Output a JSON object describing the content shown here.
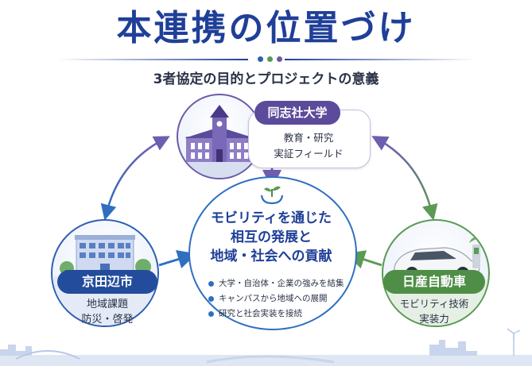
{
  "header": {
    "title": "本連携の位置づけ",
    "subtitle": "3者協定の目的とプロジェクトの意義",
    "dot_colors": [
      "#2f5fb3",
      "#5b9a55",
      "#6b5aa8"
    ]
  },
  "nodes": {
    "university": {
      "name": "同志社大学",
      "roles": [
        "教育・研究",
        "実証フィールド"
      ],
      "color": "#5c4a9a",
      "icon": "university-building-icon"
    },
    "city": {
      "name": "京田辺市",
      "roles": [
        "地域課題",
        "防災・啓発"
      ],
      "color": "#244c9c",
      "icon": "city-hall-icon"
    },
    "company": {
      "name": "日産自動車",
      "roles": [
        "モビリティ技術",
        "実装力"
      ],
      "color": "#4f8e47",
      "icon": "electric-car-icon"
    }
  },
  "center": {
    "heading": [
      "モビリティを通じた",
      "相互の発展と",
      "地域・社会への貢献"
    ],
    "icon": "hands-sprout-icon",
    "bullets": [
      "大学・自治体・企業の強みを結集",
      "キャンパスから地域への展開",
      "研究と社会実装を接続"
    ],
    "color": "#2f6fc0"
  }
}
